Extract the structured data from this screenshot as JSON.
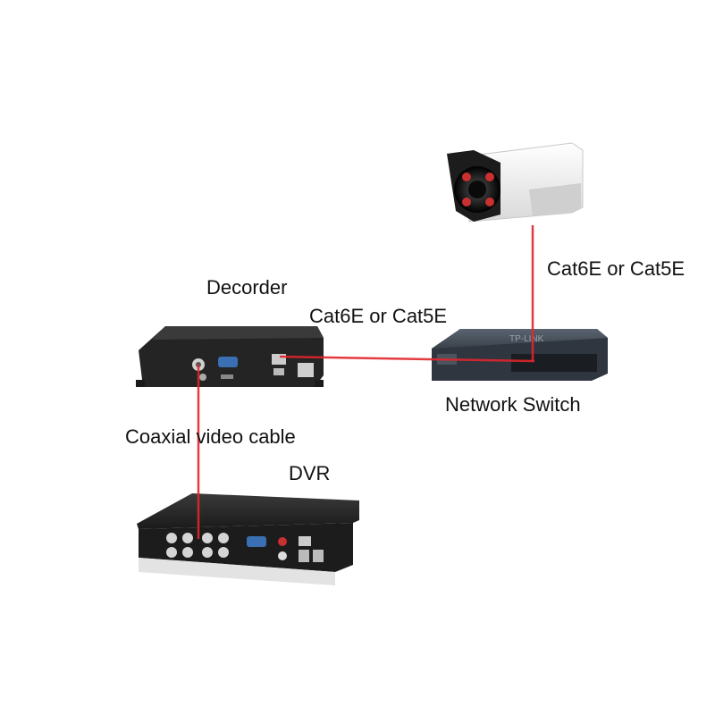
{
  "labels": {
    "camera_cable": "Cat6E or Cat5E",
    "decoder": "Decorder",
    "decoder_cable": "Cat6E or Cat5E",
    "network_switch": "Network Switch",
    "coaxial": "Coaxial video cable",
    "dvr": "DVR"
  },
  "devices": {
    "switch_brand": "TP-LINK"
  },
  "colors": {
    "cable": "#e0262b",
    "device_body": "#222222",
    "camera_body": "#f2f2f2"
  }
}
